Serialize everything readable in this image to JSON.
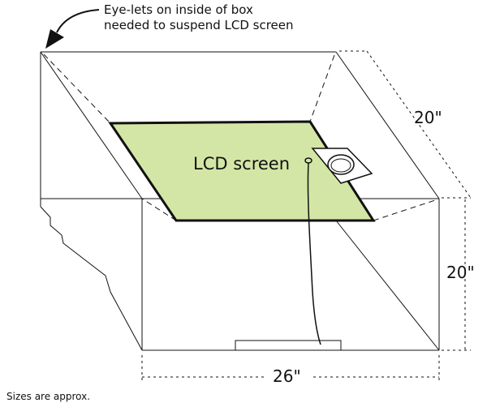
{
  "callout": {
    "line1": "Eye-lets on inside of box",
    "line2": "needed to suspend LCD screen"
  },
  "screen": {
    "label": "LCD screen",
    "fill_color": "#d4e6a5"
  },
  "dimensions": {
    "depth": "20\"",
    "height": "20\"",
    "width": "26\""
  },
  "footnote": "Sizes are approx.",
  "icons": [
    "curved-arrow-icon",
    "mouse-icon"
  ]
}
